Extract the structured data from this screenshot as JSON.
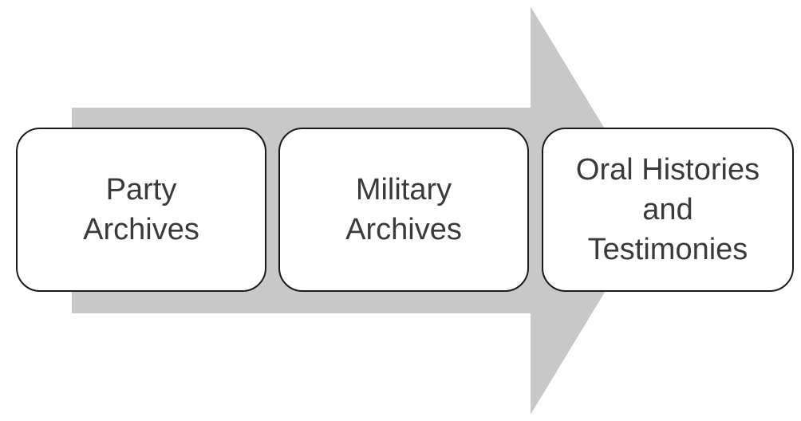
{
  "diagram": {
    "arrow_color": "#c8c8c8",
    "steps": [
      {
        "lines": [
          "Party",
          "Archives"
        ]
      },
      {
        "lines": [
          "Military",
          "Archives"
        ]
      },
      {
        "lines": [
          "Oral Histories",
          "and",
          "Testimonies"
        ]
      }
    ]
  }
}
